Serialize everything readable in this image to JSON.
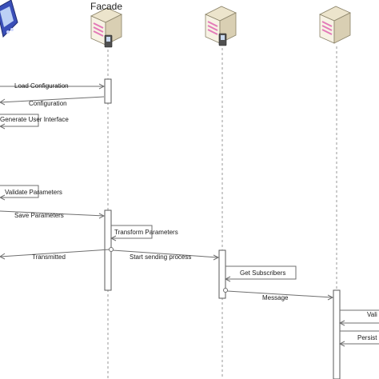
{
  "participants": [
    {
      "name": "",
      "icon": "pda-device-icon"
    },
    {
      "name": "Facade",
      "icon": "server-icon"
    },
    {
      "name": "",
      "icon": "server-icon"
    },
    {
      "name": "",
      "icon": "server-icon"
    }
  ],
  "messages": [
    {
      "label": "Load Configuration",
      "from": "participant-0",
      "to": "Facade"
    },
    {
      "label": "Configuration",
      "from": "Facade",
      "to": "participant-0",
      "style": "return"
    },
    {
      "label": "Generate User Interface",
      "from": "participant-0",
      "to": "participant-0",
      "style": "self"
    },
    {
      "label": "Validate Parameters",
      "from": "participant-0",
      "to": "participant-0",
      "style": "self"
    },
    {
      "label": "Save Parameters",
      "from": "participant-0",
      "to": "Facade"
    },
    {
      "label": "Transform Parameters",
      "from": "Facade",
      "to": "Facade",
      "style": "self"
    },
    {
      "label": "Transmitted",
      "from": "Facade",
      "to": "participant-0",
      "style": "return"
    },
    {
      "label": "Start sending process",
      "from": "Facade",
      "to": "participant-2"
    },
    {
      "label": "Get Subscribers",
      "from": "participant-2",
      "to": "participant-2",
      "style": "self"
    },
    {
      "label": "Message",
      "from": "participant-2",
      "to": "participant-3"
    },
    {
      "label": "Vali",
      "from": "participant-3",
      "to": "participant-3",
      "style": "self"
    },
    {
      "label": "Persist",
      "from": "participant-3",
      "to": "participant-3",
      "style": "self"
    }
  ],
  "colors": {
    "server_body": "#f7f2e4",
    "server_side": "#d9cfb3",
    "server_top": "#ece4cc",
    "server_slots": "#e37ab8",
    "device_body": "#3a4fb8",
    "lifeline": "#9a9a9a",
    "arrow": "#6f6f6f"
  }
}
